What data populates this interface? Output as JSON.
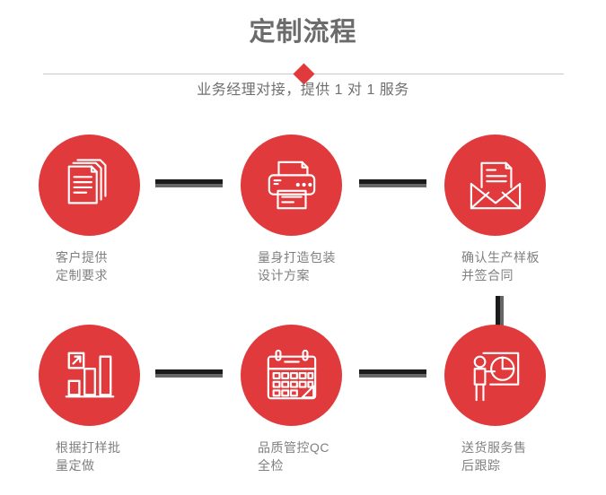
{
  "header": {
    "title": "定制流程",
    "subtitle": "业务经理对接，提供 1 对 1 服务",
    "accent_color": "#e03a3c",
    "divider_color": "#c9c9c9",
    "title_color": "#6b6b6b",
    "subtitle_color": "#6f6f6f",
    "diamond_icon": "diamond-marker-icon"
  },
  "flow": {
    "circle_color": "#e03a3c",
    "label_color": "#808080",
    "connector_dark": "#1b1b1b",
    "connector_light": "#666666",
    "steps": [
      {
        "index": "1",
        "icon": "documents-stack-icon",
        "label": "客户提供\n定制要求"
      },
      {
        "index": "2",
        "icon": "printer-icon",
        "label": "量身打造包装\n设计方案"
      },
      {
        "index": "3",
        "icon": "open-envelope-letter-icon",
        "label": "确认生产样板\n并签合同"
      },
      {
        "index": "4",
        "icon": "bar-chart-growth-icon",
        "label": "根据打样批\n量定做"
      },
      {
        "index": "5",
        "icon": "calendar-icon",
        "label": "品质管控QC\n全检"
      },
      {
        "index": "6",
        "icon": "presenter-pie-chart-icon",
        "label": "送货服务售\n后跟踪"
      }
    ],
    "connectors": [
      {
        "name": "connector-step1-step2",
        "orientation": "horizontal"
      },
      {
        "name": "connector-step2-step3",
        "orientation": "horizontal"
      },
      {
        "name": "connector-step3-step4",
        "orientation": "vertical"
      },
      {
        "name": "connector-step4-step5",
        "orientation": "horizontal"
      },
      {
        "name": "connector-step5-step6",
        "orientation": "horizontal"
      }
    ]
  }
}
